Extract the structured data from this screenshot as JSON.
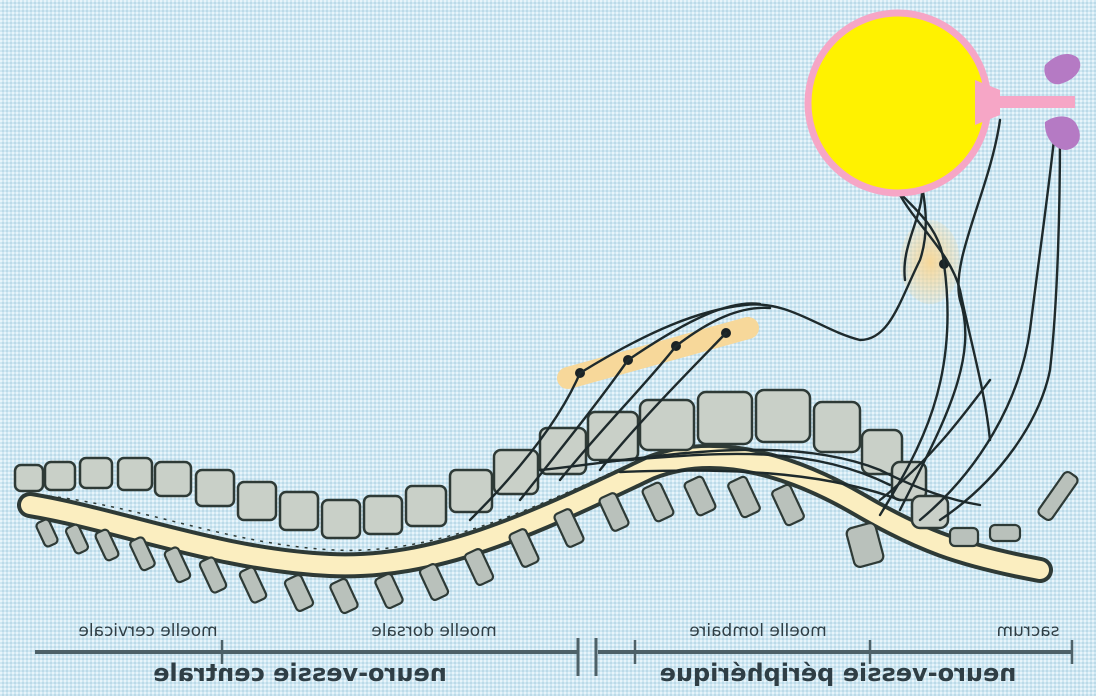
{
  "labels": {
    "region_central": "neuro-vessie centrale",
    "region_peripheral": "neuro-vessie périphérique",
    "segment_cervical": "moelle cervicale",
    "segment_dorsal": "moelle dorsale",
    "segment_lumbar": "moelle lombaire",
    "segment_sacral": "sacrum"
  },
  "colors": {
    "bladder": "#fff200",
    "bladder_outline": "#f6a6c6",
    "urethra": "#f6a6c6",
    "sphincter": "#b57ac4",
    "ganglion": "#f7d89a",
    "spinal_cord": "#fbeec0"
  }
}
